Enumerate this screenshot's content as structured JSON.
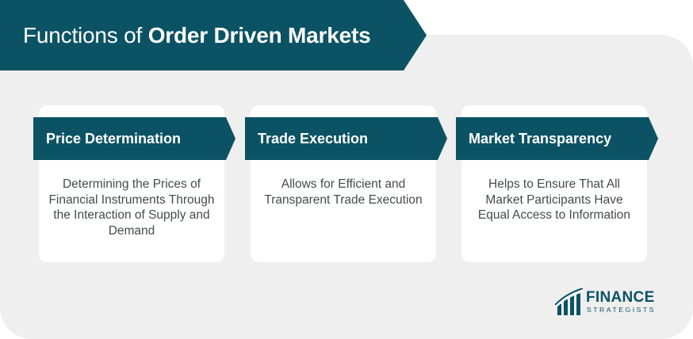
{
  "title": {
    "prefix": "Functions of ",
    "emphasis": "Order Driven Markets"
  },
  "cards": [
    {
      "heading": "Price Determination",
      "description": "Determining the Prices of Financial Instruments Through the Interaction of Supply and Demand"
    },
    {
      "heading": "Trade Execution",
      "description": "Allows for Efficient and Transparent Trade Execution"
    },
    {
      "heading": "Market Transparency",
      "description": "Helps to Ensure That All Market Participants Have Equal Access to Information"
    }
  ],
  "logo": {
    "line1": "FINANCE",
    "line2": "STRATEGISTS"
  },
  "colors": {
    "brand": "#0b5364",
    "panel": "#efefef",
    "card": "#ffffff",
    "text": "#444b4f"
  }
}
